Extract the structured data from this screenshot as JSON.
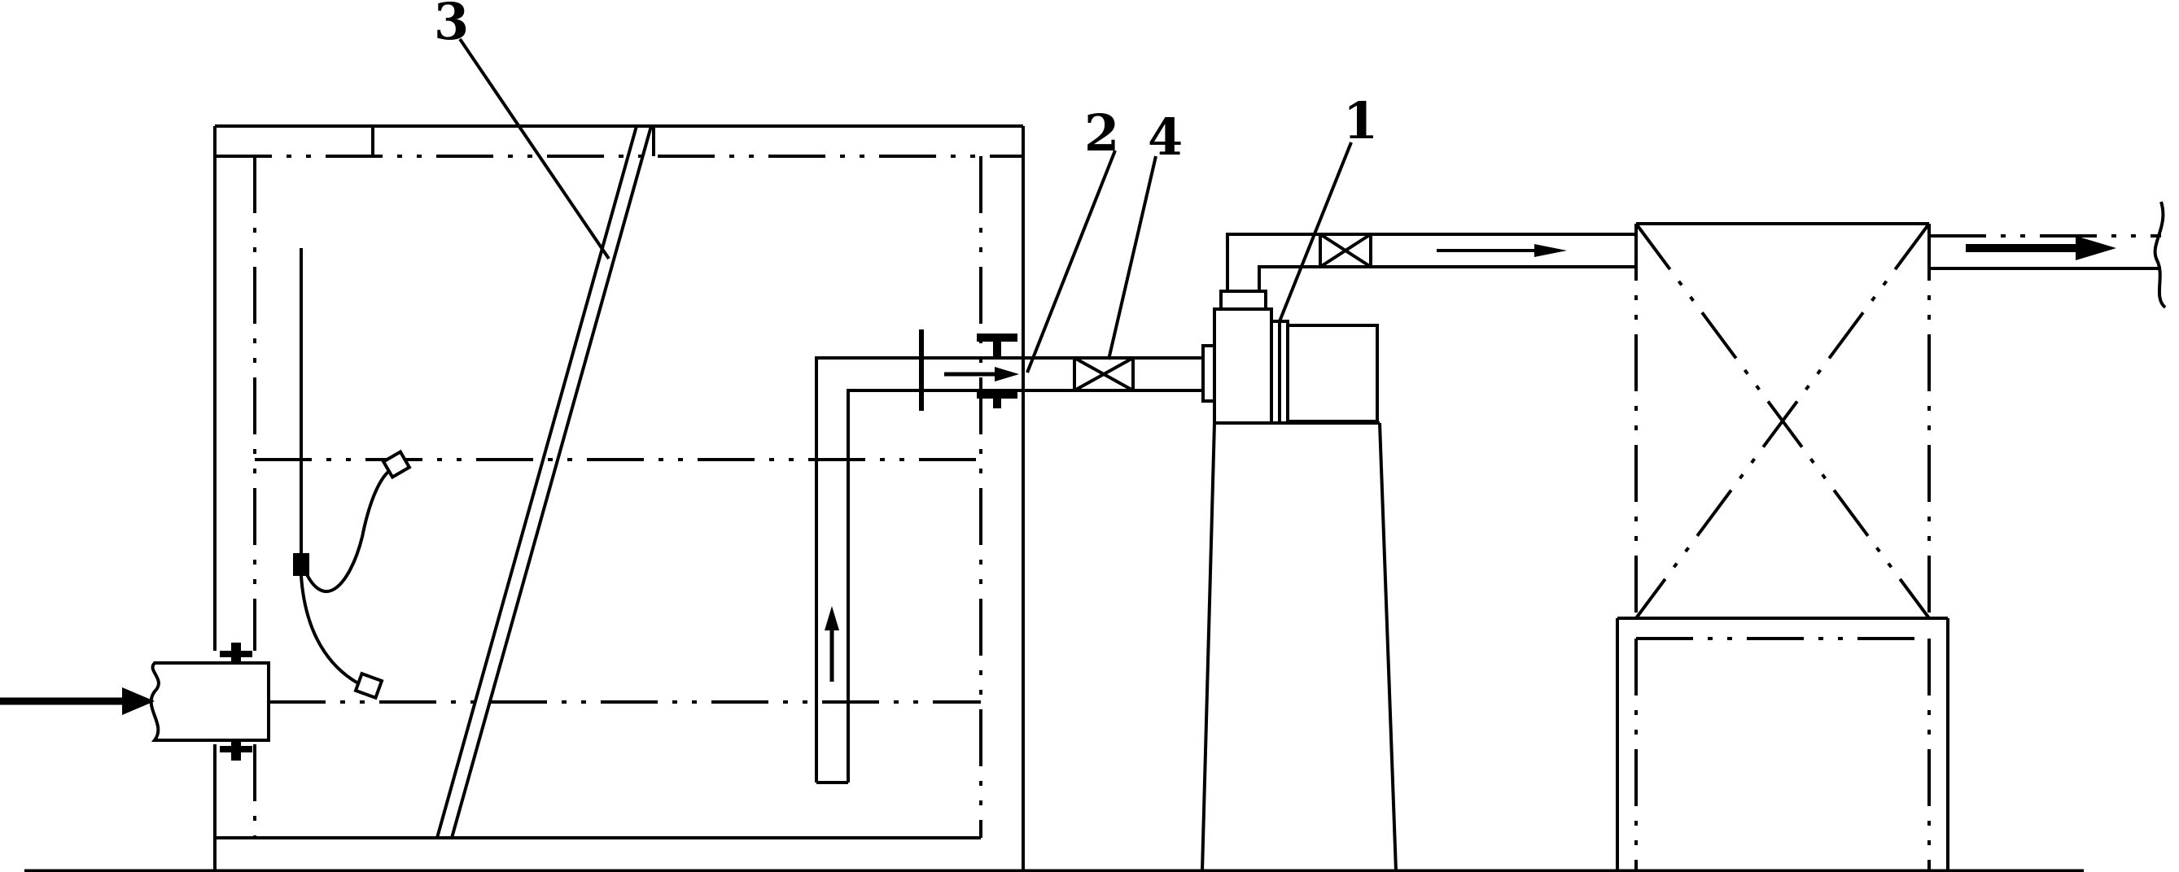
{
  "figure": {
    "labels": [
      {
        "id": "1",
        "text": "1"
      },
      {
        "id": "2",
        "text": "2"
      },
      {
        "id": "3",
        "text": "3"
      },
      {
        "id": "4",
        "text": "4"
      }
    ],
    "line_color": "#000000",
    "background": "#ffffff"
  }
}
